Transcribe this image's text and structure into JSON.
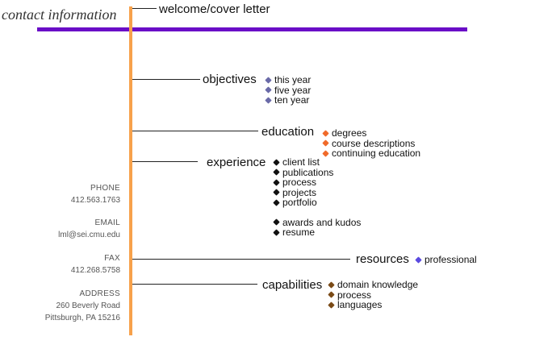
{
  "header": {
    "title": "contact information",
    "welcome_link": "welcome/cover letter"
  },
  "colors": {
    "accent_purple": "#6a0dc7",
    "accent_orange": "#f7a14b",
    "bullet_objectives": "#6a6aa8",
    "bullet_education": "#f06a2a",
    "bullet_experience": "#111111",
    "bullet_resources": "#5a4ae0",
    "bullet_capabilities": "#7a4a16"
  },
  "sections": {
    "objectives": {
      "label": "objectives",
      "items": [
        "this year",
        "five year",
        "ten year"
      ]
    },
    "education": {
      "label": "education",
      "items": [
        "degrees",
        "course descriptions",
        "continuing education"
      ]
    },
    "experience": {
      "label": "experience",
      "items": [
        "client list",
        "publications",
        "process",
        "projects",
        "portfolio",
        "awards and kudos",
        "resume"
      ]
    },
    "resources": {
      "label": "resources",
      "items": [
        "professional"
      ]
    },
    "capabilities": {
      "label": "capabilities",
      "items": [
        "domain knowledge",
        "process",
        "languages"
      ]
    }
  },
  "contact": {
    "phone_label": "PHONE",
    "phone": "412.563.1763",
    "email_label": "EMAIL",
    "email": "lml@sei.cmu.edu",
    "fax_label": "FAX",
    "fax": "412.268.5758",
    "address_label": "ADDRESS",
    "address_line1": "260 Beverly Road",
    "address_line2": "Pittsburgh, PA 15216"
  }
}
